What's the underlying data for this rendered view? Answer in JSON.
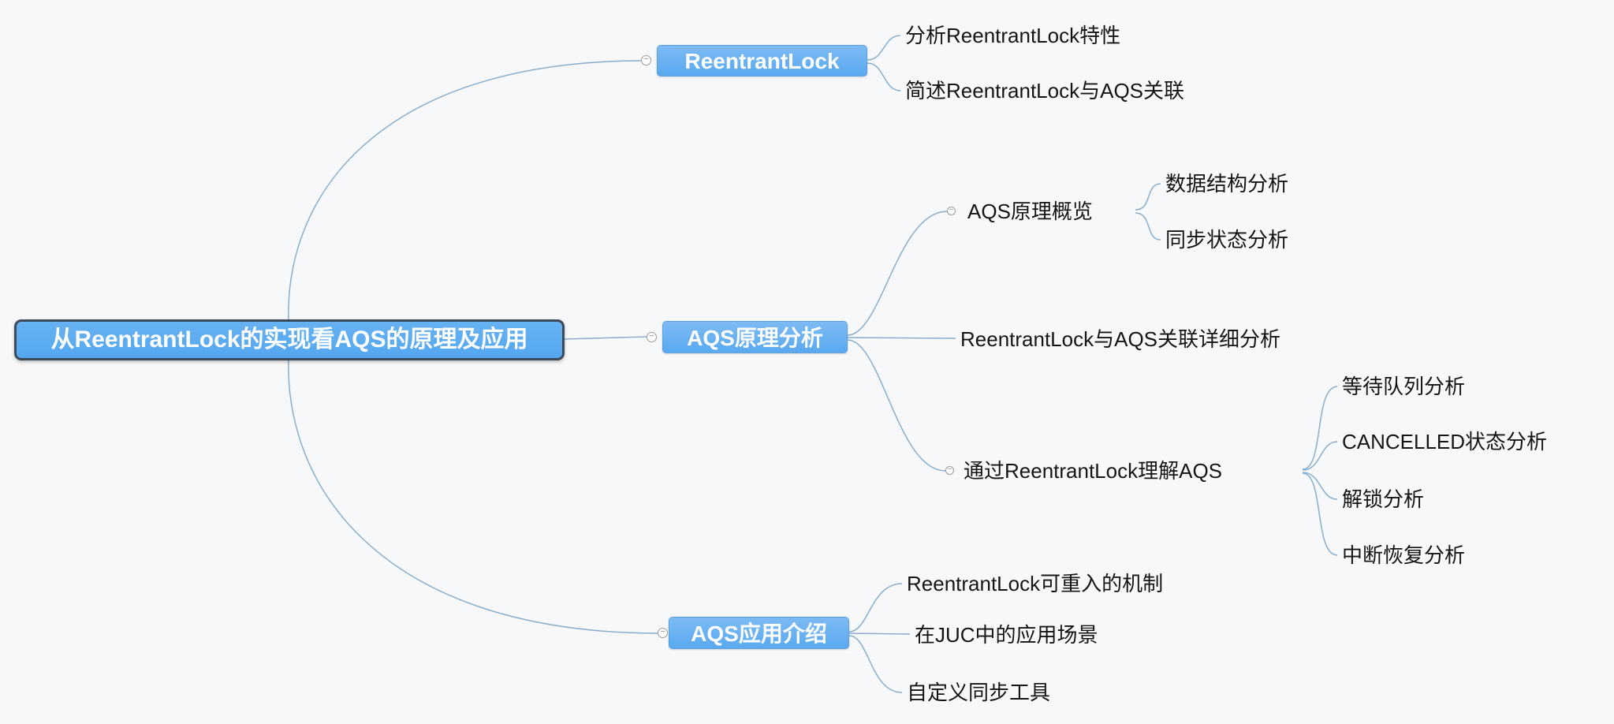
{
  "app": "mind-map-canvas",
  "colors": {
    "node_fill": "#5fabf1",
    "root_border": "#3d4a59",
    "connector": "#88aecc",
    "background": "#f7f8f9",
    "node_text": "#ffffff",
    "topic_text": "#141414"
  },
  "icons": {
    "collapse": "−"
  },
  "root": {
    "label": "从ReentrantLock的实现看AQS的原理及应用"
  },
  "branches": [
    {
      "label": "ReentrantLock",
      "children": [
        {
          "label": "分析ReentrantLock特性"
        },
        {
          "label": "简述ReentrantLock与AQS关联"
        }
      ]
    },
    {
      "label": "AQS原理分析",
      "children": [
        {
          "label": "AQS原理概览",
          "children": [
            {
              "label": "数据结构分析"
            },
            {
              "label": "同步状态分析"
            }
          ]
        },
        {
          "label": "ReentrantLock与AQS关联详细分析"
        },
        {
          "label": "通过ReentrantLock理解AQS",
          "children": [
            {
              "label": "等待队列分析"
            },
            {
              "label": "CANCELLED状态分析"
            },
            {
              "label": "解锁分析"
            },
            {
              "label": "中断恢复分析"
            }
          ]
        }
      ]
    },
    {
      "label": "AQS应用介绍",
      "children": [
        {
          "label": "ReentrantLock可重入的机制"
        },
        {
          "label": "在JUC中的应用场景"
        },
        {
          "label": "自定义同步工具"
        }
      ]
    }
  ]
}
